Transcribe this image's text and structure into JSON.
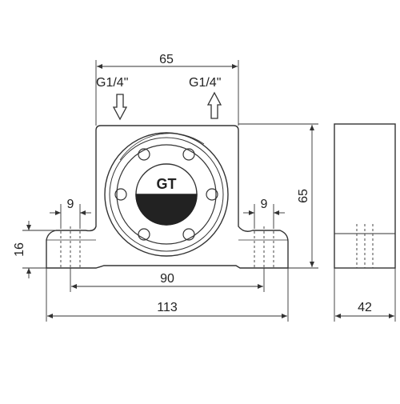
{
  "drawing": {
    "ports": {
      "inlet_label": "G1/4\"",
      "outlet_label": "G1/4\""
    },
    "logo_text": "GT",
    "dimensions": {
      "top_width": "65",
      "body_height": "65",
      "left_hole": "9",
      "right_hole": "9",
      "base_height": "16",
      "hole_spacing": "90",
      "overall_width": "113",
      "side_depth": "42"
    },
    "colors": {
      "line": "#333333",
      "fill": "#ffffff",
      "dark": "#222222"
    }
  }
}
